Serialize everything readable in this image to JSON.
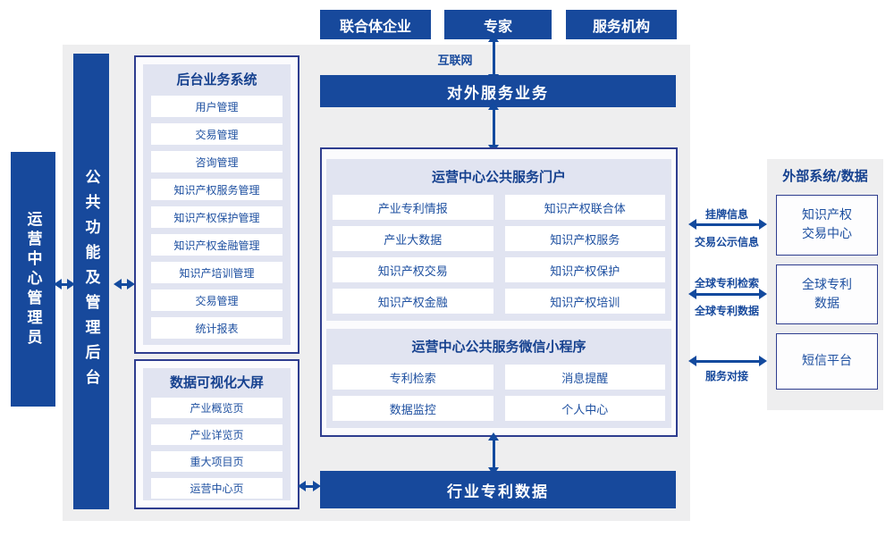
{
  "colors": {
    "brand_blue": "#17499c",
    "border_navy": "#2e3d8f",
    "panel_lavender": "#e1e4f1",
    "background_gray": "#eeeeef",
    "item_text_blue": "#1d4fa0"
  },
  "top_actors": [
    "联合体企业",
    "专家",
    "服务机构"
  ],
  "labels": {
    "internet": "互联网"
  },
  "bars": {
    "external_service": "对外服务业务",
    "industry_patent_data": "行业专利数据"
  },
  "left": {
    "admin": "运营中心管理员",
    "backend": "公共功能及管理后台"
  },
  "backoffice": {
    "title": "后台业务系统",
    "items": [
      "用户管理",
      "交易管理",
      "咨询管理",
      "知识产权服务管理",
      "知识产权保护管理",
      "知识产权金融管理",
      "知识产培训管理",
      "交易管理",
      "统计报表"
    ]
  },
  "dashboard": {
    "title": "数据可视化大屏",
    "items": [
      "产业概览页",
      "产业详览页",
      "重大项目页",
      "运营中心页"
    ]
  },
  "portal": {
    "title": "运营中心公共服务门户",
    "items": [
      "产业专利情报",
      "知识产权联合体",
      "产业大数据",
      "知识产权服务",
      "知识产权交易",
      "知识产权保护",
      "知识产权金融",
      "知识产权培训"
    ]
  },
  "miniprogram": {
    "title": "运营中心公共服务微信小程序",
    "items": [
      "专利检索",
      "消息提醒",
      "数据监控",
      "个人中心"
    ]
  },
  "external": {
    "title": "外部系统/数据",
    "systems": [
      "知识产权交易中心",
      "全球专利数据",
      "短信平台"
    ]
  },
  "flow_labels": {
    "listing_info": "挂牌信息",
    "trade_publicity": "交易公示信息",
    "global_patent_search": "全球专利检索",
    "global_patent_data": "全球专利数据",
    "service_link": "服务对接"
  }
}
